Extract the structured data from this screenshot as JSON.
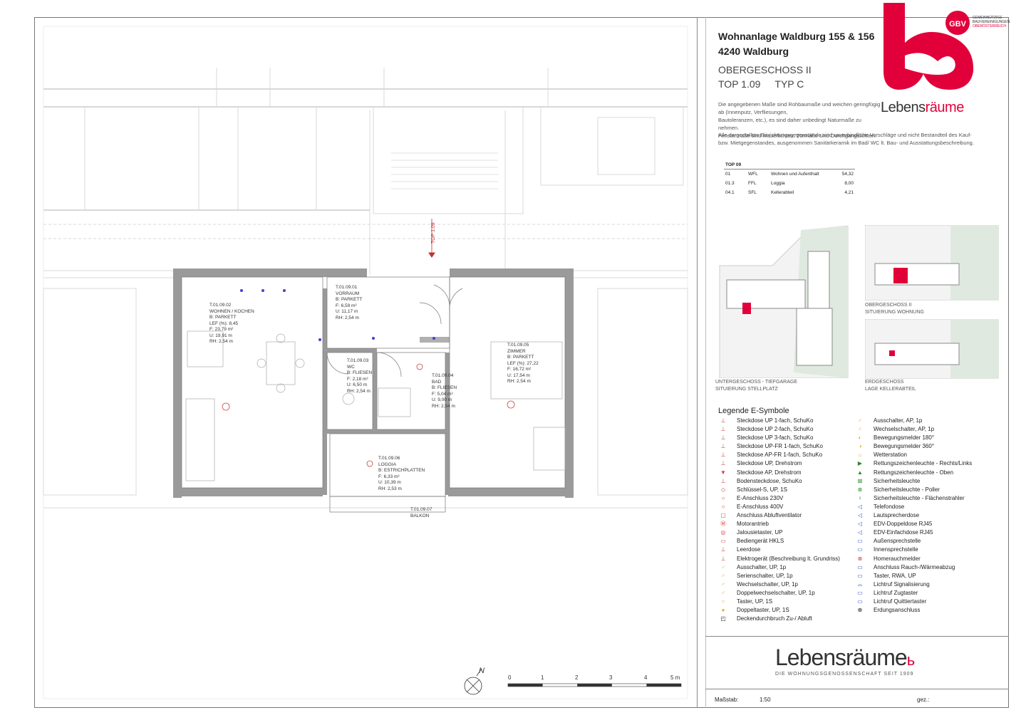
{
  "header": {
    "project_line1": "Wohnanlage Waldburg 155 & 156",
    "project_line2": "4240 Waldburg",
    "floor": "OBERGESCHOSS II",
    "unit": "TOP 1.09",
    "type": "TYP C"
  },
  "notes": {
    "note1_line1": "Die angegebenen Maße sind Rohbaumaße und weichen geringfügig ab (Innenputz, Verfliesungen,",
    "note1_line2": "Bautoleranzen, etc.), es sind daher unbedingt Naturmaße zu nehmen.",
    "note1_line3": "Fenstermaße sind Mauerlichten, Türmaße sind Durchgangslichten.",
    "note2_line1": "Alle dargestellten Einrichtungsgegenstände sind unverbindliche Vorschläge und nicht Bestandteil des Kauf-",
    "note2_line2": "bzw. Mietgegenstandes, ausgenommen Sanitärkeramik im Bad/ WC lt. Bau- und Ausstattungsbeschreibung."
  },
  "area_table": {
    "title": "TOP 09",
    "rows": [
      {
        "nr": "01",
        "code": "WFL",
        "label": "Wohnen und Aufenthalt",
        "value": "54,32"
      },
      {
        "nr": "01.3",
        "code": "FFL",
        "label": "Loggia",
        "value": "8,00"
      },
      {
        "nr": "04.1",
        "code": "SFL",
        "label": "Kellerabteil",
        "value": "4,21"
      }
    ]
  },
  "thumbnails": {
    "ug_line1": "UNTERGESCHOSS - TIEFGARAGE",
    "ug_line2": "SITUIERUNG STELLPLATZ",
    "og_line1": "OBERGESCHOSS II",
    "og_line2": "SITUIERUNG WOHNUNG",
    "eg_line1": "ERDGESCHOSS",
    "eg_line2": "LAGE KELLERABTEIL"
  },
  "legend": {
    "title": "Legende E-Symbole",
    "left": [
      "Steckdose UP 1-fach, SchuKo",
      "Steckdose UP 2-fach, SchuKo",
      "Steckdose UP 3-fach, SchuKo",
      "Steckdose UP-FR 1-fach, SchuKo",
      "Steckdose AP-FR 1-fach, SchuKo",
      "Steckdose UP, Drehstrom",
      "Steckdose AP, Drehstrom",
      "Bodensteckdose, SchuKo",
      "Schlüssel-S, UP, 1S",
      "E-Anschluss 230V",
      "E-Anschluss 400V",
      "Anschluss Abluftventilator",
      "Motorantrieb",
      "Jalousietaster, UP",
      "Bediengerät HKLS",
      "Leerdose",
      "Elektrogerät (Beschreibung lt. Grundriss)",
      "Ausschalter, UP, 1p",
      "Serienschalter, UP, 1p",
      "Wechselschalter, UP, 1p",
      "Doppelwechselschalter, UP, 1p",
      "Taster, UP, 1S",
      "Doppeltaster, UP, 1S",
      "Deckendurchbruch Zu-/ Abluft"
    ],
    "right": [
      "Ausschalter, AP, 1p",
      "Wechselschalter, AP, 1p",
      "Bewegungsmelder 180°",
      "Bewegungsmelder 360°",
      "Wetterstation",
      "Rettungszeichenleuchte - Rechts/Links",
      "Rettungszeichenleuchte - Oben",
      "Sicherheitsleuchte",
      "Sicherheitsleuchte - Poller",
      "Sicherheitsleuchte - Flächenstrahler",
      "Telefondose",
      "Lautsprecherdose",
      "EDV-Doppeldose RJ45",
      "EDV-Einfachdose RJ45",
      "Außensprechstelle",
      "Innensprechstelle",
      "Homerauchmelder",
      "Anschluss Rauch-/Wärmeabzug",
      "Taster, RWA, UP",
      "Lichtruf Signalisierung",
      "Lichtruf Zugtaster",
      "Lichtruf Quittiertaster",
      "Erdungsanschluss"
    ]
  },
  "brand": {
    "name_a": "Lebens",
    "name_b": "räume",
    "tagline": "DIE WOHNUNGSGENOSSENSCHAFT SEIT 1909",
    "gbv_line1": "GEMEINNÜTZIGE",
    "gbv_line2": "BAUVEREINIGUNGEN",
    "gbv_line3": "OBERÖSTERREICH",
    "gbv_mark": "GBV"
  },
  "footer": {
    "massstab_label": "Maßstab:",
    "massstab_value": "1:50",
    "gez_label": "gez.:"
  },
  "scale_bar": {
    "ticks": [
      "0",
      "1",
      "2",
      "3",
      "4",
      "5 m"
    ]
  },
  "plan": {
    "north": "N",
    "top_marker": "TOP 1.09",
    "rooms": [
      {
        "id": "T.01.09.01",
        "name": "VORRAUM",
        "floor": "B: PARKETT",
        "f": "F: 6,59 m²",
        "u": "U: 11,17 m",
        "rh": "RH: 2,54 m"
      },
      {
        "id": "T.01.09.02",
        "name": "WOHNEN / KOCHEN",
        "floor": "B: PARKETT",
        "lef": "LEF (%): 8,45",
        "f": "F: 23,79 m²",
        "u": "U: 19,91 m",
        "rh": "RH: 2,54 m"
      },
      {
        "id": "T.01.09.03",
        "name": "WC",
        "floor": "B: FLIESEN",
        "f": "F: 2,18 m²",
        "u": "U: 6,50 m",
        "rh": "RH: 2,54 m"
      },
      {
        "id": "T.01.09.04",
        "name": "BAD",
        "floor": "B: FLIESEN",
        "f": "F: 5,04 m²",
        "u": "U: 9,00 m",
        "rh": "RH: 2,54 m"
      },
      {
        "id": "T.01.09.05",
        "name": "ZIMMER",
        "floor": "B: PARKETT",
        "lef": "LEF (%): 27,22",
        "f": "F: 16,72 m²",
        "u": "U: 17,54 m",
        "rh": "RH: 2,54 m"
      },
      {
        "id": "T.01.09.06",
        "name": "LOGGIA",
        "floor": "B: ESTRICHPLATTEN",
        "f": "F: 6,33 m²",
        "u": "U: 10,39 m",
        "rh": "RH: 2,53 m"
      },
      {
        "id": "T.01.09.07",
        "name": "BALKON",
        "floor": "",
        "f": "",
        "u": "",
        "rh": ""
      }
    ]
  }
}
